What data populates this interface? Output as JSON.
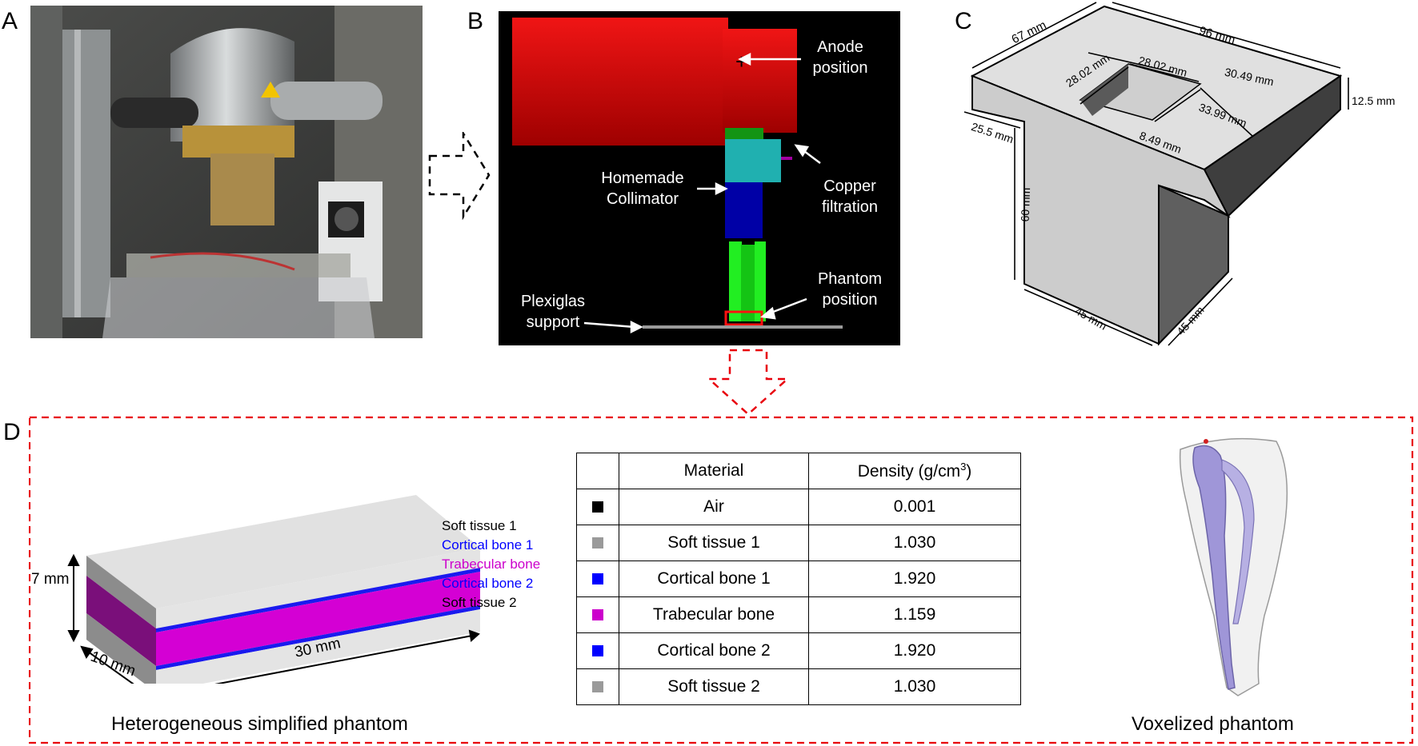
{
  "panels": {
    "a": "A",
    "b": "B",
    "c": "C",
    "d": "D"
  },
  "panel_b": {
    "anode": [
      "Anode",
      "position"
    ],
    "collimator": [
      "Homemade",
      "Collimator"
    ],
    "copper": [
      "Copper",
      "filtration"
    ],
    "phantom": [
      "Phantom",
      "position"
    ],
    "plexiglas": [
      "Plexiglas",
      "support"
    ]
  },
  "panel_c": {
    "dims": {
      "d67": "67 mm",
      "d96": "96 mm",
      "d2802a": "28.02 mm",
      "d2802b": "28.02 mm",
      "d3049": "30.49 mm",
      "d125": "12.5 mm",
      "d3399": "33.99 mm",
      "d255": "25.5 mm",
      "d849": "8.49 mm",
      "d60": "60 mm",
      "d45a": "45 mm",
      "d45b": "45 mm"
    }
  },
  "panel_d": {
    "layers": [
      "Soft tissue 1",
      "Cortical bone 1",
      "Trabecular bone",
      "Cortical bone 2",
      "Soft tissue 2"
    ],
    "dims": {
      "height": "7 mm",
      "depth": "10 mm",
      "length": "30 mm"
    },
    "caption_left": "Heterogeneous simplified phantom",
    "caption_right": "Voxelized phantom",
    "table": {
      "headers": {
        "material": "Material",
        "density": "Density (g/cm",
        "density_sup": "3",
        "density_close": ")"
      },
      "rows": [
        {
          "material": "Air",
          "density": "0.001",
          "color": "#000000"
        },
        {
          "material": "Soft tissue 1",
          "density": "1.030",
          "color": "#9a9a9a"
        },
        {
          "material": "Cortical bone 1",
          "density": "1.920",
          "color": "#0000ff"
        },
        {
          "material": "Trabecular bone",
          "density": "1.159",
          "color": "#cc00cc"
        },
        {
          "material": "Cortical bone 2",
          "density": "1.920",
          "color": "#0000ff"
        },
        {
          "material": "Soft tissue 2",
          "density": "1.030",
          "color": "#9a9a9a"
        }
      ]
    }
  },
  "colors": {
    "cortical": "#0000ff",
    "trabecular": "#cc00cc",
    "dashed_frame": "#e8000b"
  }
}
